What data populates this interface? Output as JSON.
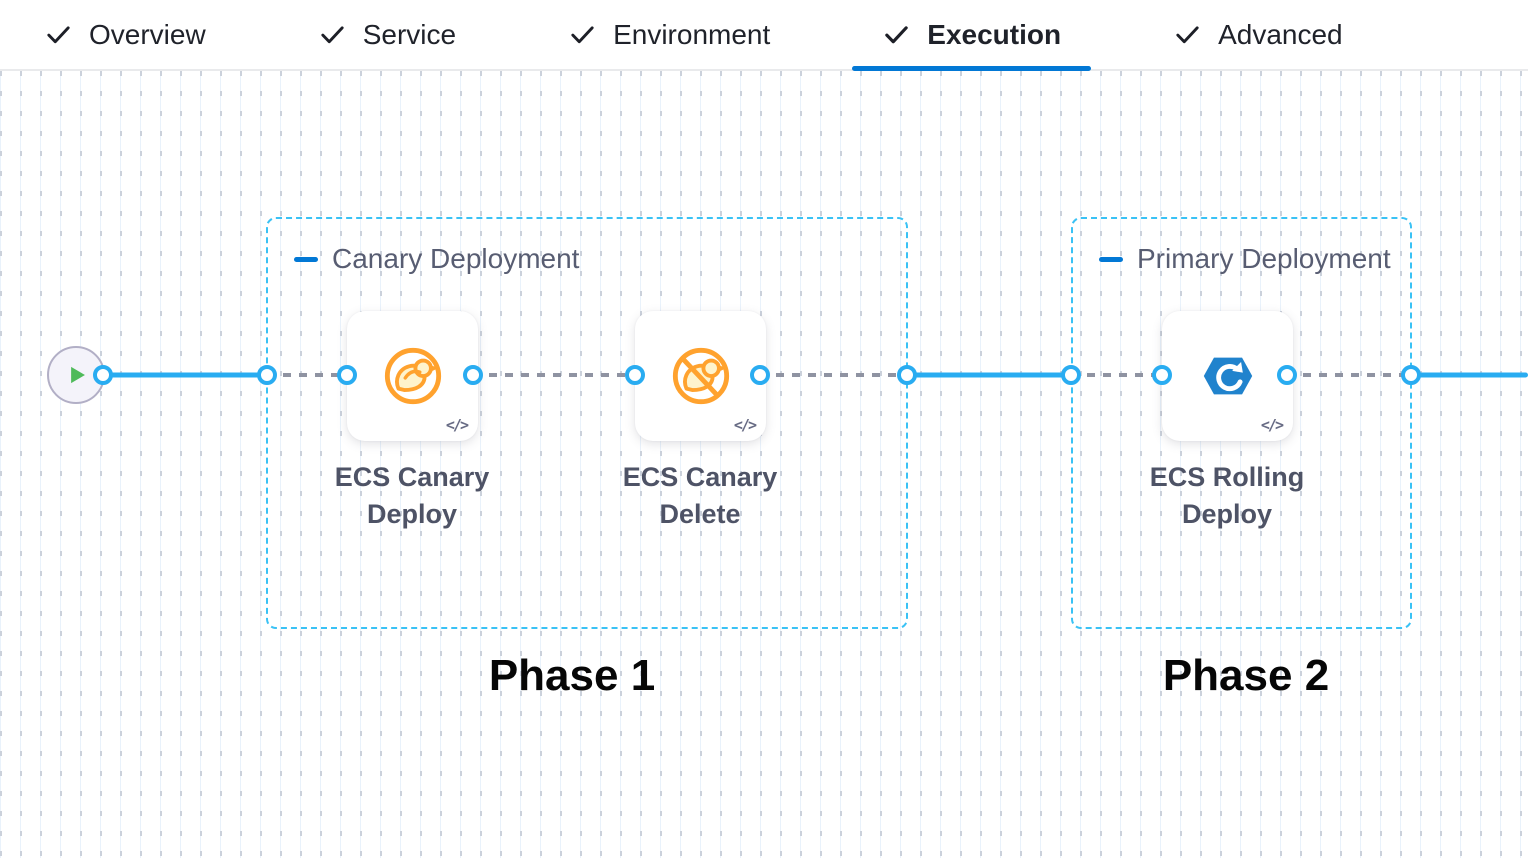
{
  "tab_bar": {
    "tabs": [
      {
        "label": "Overview"
      },
      {
        "label": "Service"
      },
      {
        "label": "Environment"
      },
      {
        "label": "Execution"
      },
      {
        "label": "Advanced"
      }
    ],
    "active_tab": "Execution",
    "check_icon": "check-icon"
  },
  "canvas": {
    "groups": [
      {
        "title": "Canary Deployment",
        "phase": "Phase 1"
      },
      {
        "title": "Primary Deployment",
        "phase": "Phase 2"
      }
    ],
    "steps": [
      {
        "label": "ECS Canary Deploy",
        "icon": "ecs-canary-deploy-icon"
      },
      {
        "label": "ECS Canary Delete",
        "icon": "ecs-canary-delete-icon"
      },
      {
        "label": "ECS Rolling Deploy",
        "icon": "ecs-rolling-deploy-icon"
      }
    ],
    "code_badge": "</>",
    "start_node_icon": "play-icon"
  },
  "colors": {
    "accent_blue": "#0278d5",
    "flow_blue": "#29acf1",
    "group_border_blue": "#3ac2f5",
    "canary_orange": "#ffa22e",
    "rolling_blue": "#2083cd",
    "play_green": "#4fba5a",
    "connector_gray": "#8f93a2"
  }
}
